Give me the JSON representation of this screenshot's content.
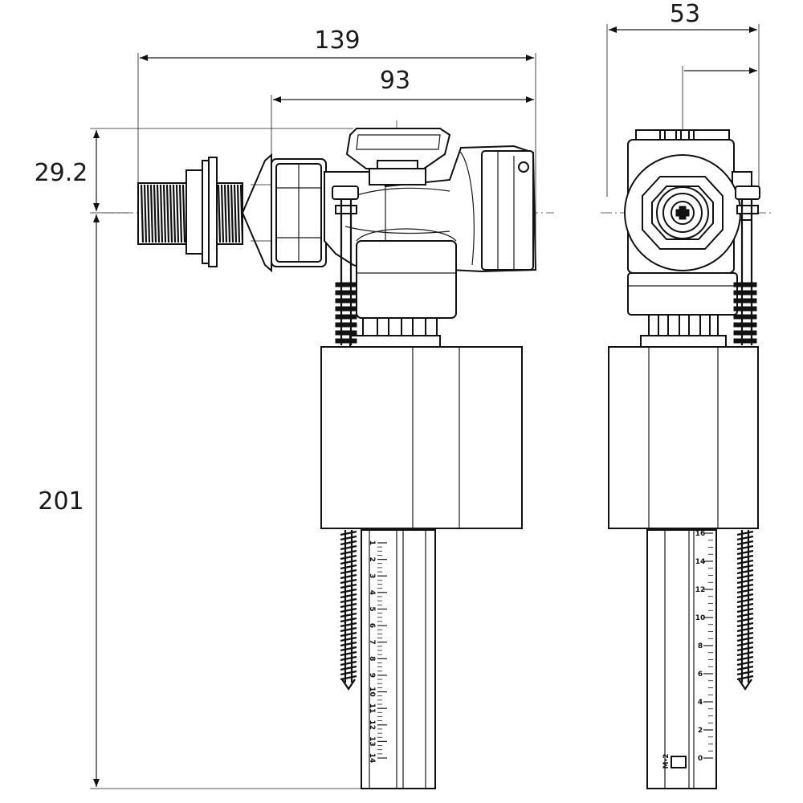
{
  "dimensions": {
    "overall_width": "139",
    "inlet_offset": "93",
    "side_width": "53",
    "inlet_height": "29.2",
    "total_height": "201"
  },
  "scale": {
    "left_labels": [
      "1",
      "2",
      "3",
      "4",
      "5",
      "6",
      "7",
      "8",
      "9",
      "10",
      "11",
      "12",
      "13",
      "14"
    ],
    "right_labels": [
      "0",
      "2",
      "4",
      "6",
      "8",
      "10",
      "12",
      "14",
      "16"
    ],
    "right_marker": "M-2"
  }
}
